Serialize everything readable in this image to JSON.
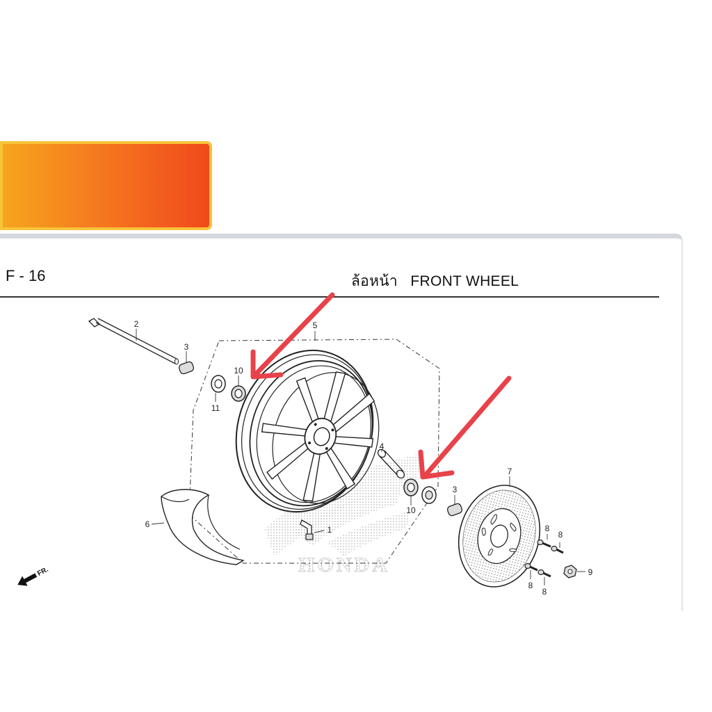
{
  "header": {
    "page_code": "F - 16",
    "title_th": "ล้อหน้า",
    "title_en": "FRONT WHEEL"
  },
  "watermark": {
    "brand": "HONDA"
  },
  "direction_marker": {
    "label": "FR."
  },
  "callouts": {
    "c1": "1",
    "c2": "2",
    "c3a": "3",
    "c3b": "3",
    "c4": "4",
    "c5": "5",
    "c6": "6",
    "c7": "7",
    "c8a": "8",
    "c8b": "8",
    "c8c": "8",
    "c8d": "8",
    "c9": "9",
    "c10a": "10",
    "c10b": "10",
    "c11": "11"
  },
  "colors": {
    "banner_start": "#f6a61e",
    "banner_end": "#f0481b",
    "arrow": "#e8424a",
    "line_art": "#222222"
  }
}
